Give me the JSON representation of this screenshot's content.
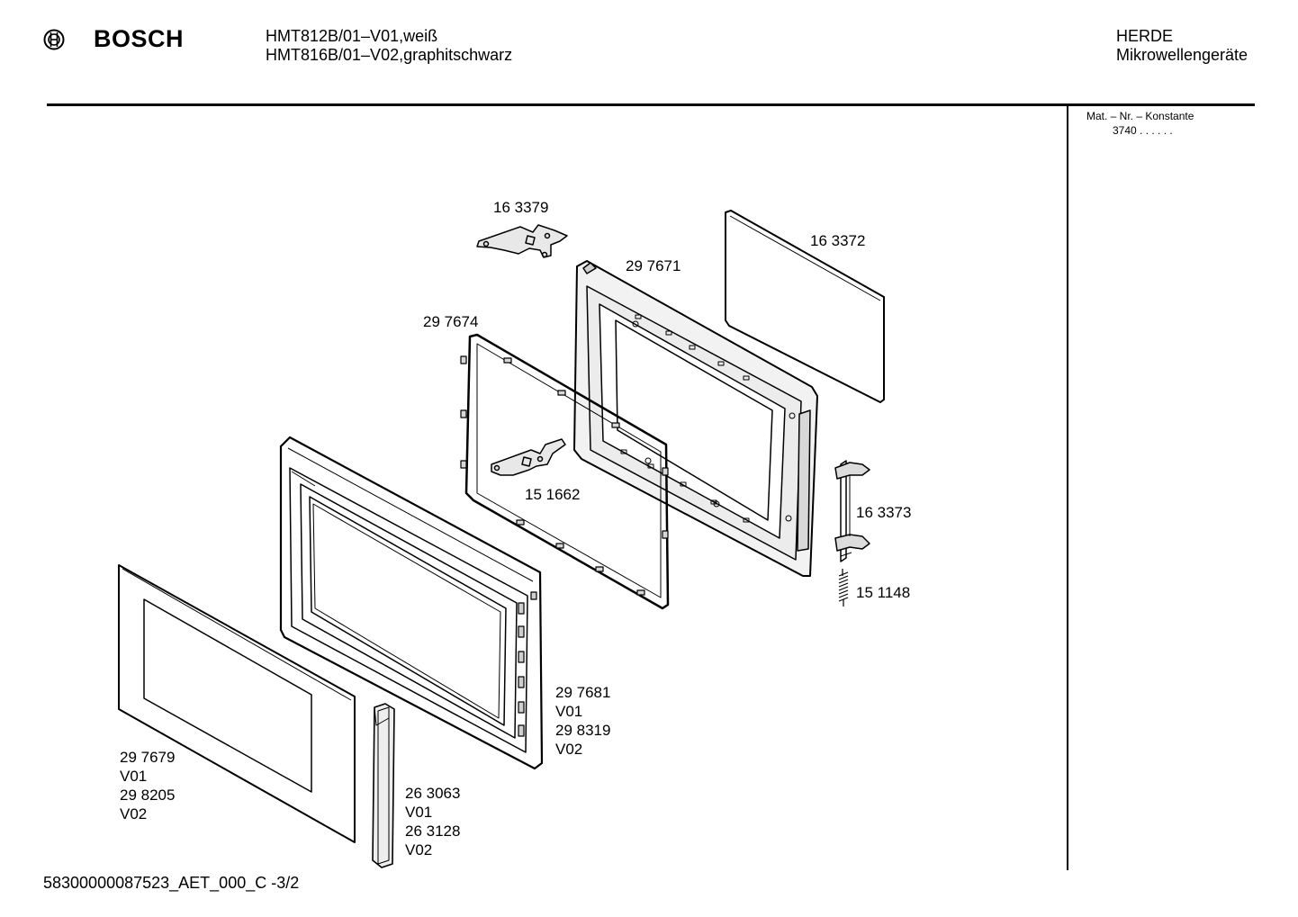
{
  "header": {
    "brand": "BOSCH",
    "brand_logo_icon": "bosch-armature-icon",
    "models": [
      "HMT812B/01–V01,weiß",
      "HMT816B/01–V02,graphitschwarz"
    ],
    "category": [
      "HERDE",
      "Mikrowellengeräte"
    ]
  },
  "sidebar": {
    "mat_label": "Mat. – Nr. – Konstante",
    "mat_value": "3740  .  .   .  .  .  ."
  },
  "footer": {
    "document_id": "58300000087523_AET_000_C    -3/2"
  },
  "parts": [
    {
      "id": "p163379",
      "lines": [
        "16 3379"
      ]
    },
    {
      "id": "p163372",
      "lines": [
        "16 3372"
      ]
    },
    {
      "id": "p297671",
      "lines": [
        "29 7671"
      ]
    },
    {
      "id": "p297674",
      "lines": [
        "29 7674"
      ]
    },
    {
      "id": "p151662",
      "lines": [
        "15 1662"
      ]
    },
    {
      "id": "p163373",
      "lines": [
        "16 3373"
      ]
    },
    {
      "id": "p151148",
      "lines": [
        "15 1148"
      ]
    },
    {
      "id": "p297681",
      "lines": [
        "29 7681",
        "V01",
        "29 8319",
        "V02"
      ]
    },
    {
      "id": "p297679",
      "lines": [
        "29 7679",
        "V01",
        "29 8205",
        "V02"
      ]
    },
    {
      "id": "p263063",
      "lines": [
        "26 3063",
        "V01",
        "26 3128",
        "V02"
      ]
    }
  ]
}
